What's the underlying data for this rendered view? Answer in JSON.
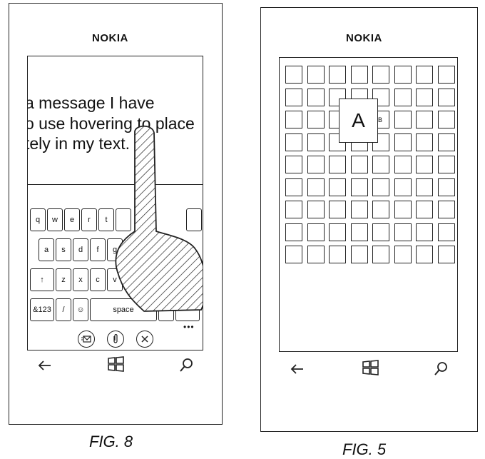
{
  "fig8": {
    "brand": "NOKIA",
    "message_lines": [
      "a message I have",
      "o use hovering to place",
      "tely in my text."
    ],
    "keyboard": {
      "row1": [
        "q",
        "w",
        "e",
        "r",
        "t",
        "",
        "",
        "",
        "",
        ""
      ],
      "row2": [
        "a",
        "s",
        "d",
        "f",
        "g",
        "",
        "",
        "",
        ""
      ],
      "row3": [
        "↑",
        "z",
        "x",
        "c",
        "v",
        "",
        "",
        "",
        ""
      ],
      "row4": [
        "&123",
        "/",
        "☺",
        "space",
        "",
        ""
      ],
      "more": "•••"
    },
    "action_icons": [
      "attach-message-icon",
      "paperclip-icon",
      "close-icon"
    ],
    "nav_icons": [
      "back-arrow-icon",
      "windows-logo-icon",
      "search-icon"
    ],
    "caption": "FIG. 8"
  },
  "fig5": {
    "brand": "NOKIA",
    "grid": {
      "rows": 9,
      "cols": 8
    },
    "popup_key": "A",
    "popup_neighbor": "B",
    "nav_icons": [
      "back-arrow-icon",
      "windows-logo-icon",
      "search-icon"
    ],
    "caption": "FIG. 5"
  }
}
